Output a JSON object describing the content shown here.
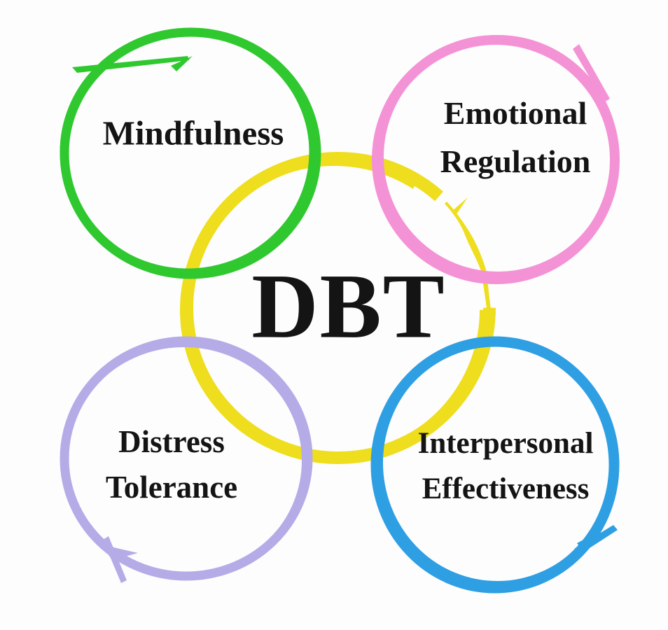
{
  "diagram": {
    "title": "DBT",
    "type": "overlapping-circles",
    "background": "#fdfdfd",
    "text_color": "#141414"
  },
  "center": {
    "label": "DBT",
    "color": "#eede1e"
  },
  "modules": [
    {
      "id": "mindfulness",
      "position": "top-left",
      "color": "#2fc82f",
      "lines": [
        "Mindfulness"
      ]
    },
    {
      "id": "emotional-regulation",
      "position": "top-right",
      "color": "#f492d6",
      "lines": [
        "Emotional",
        "Regulation"
      ]
    },
    {
      "id": "distress-tolerance",
      "position": "bottom-left",
      "color": "#b5abe7",
      "lines": [
        "Distress",
        "Tolerance"
      ]
    },
    {
      "id": "interpersonal-effectiveness",
      "position": "bottom-right",
      "color": "#2f9fe3",
      "lines": [
        "Interpersonal",
        "Effectiveness"
      ]
    }
  ]
}
